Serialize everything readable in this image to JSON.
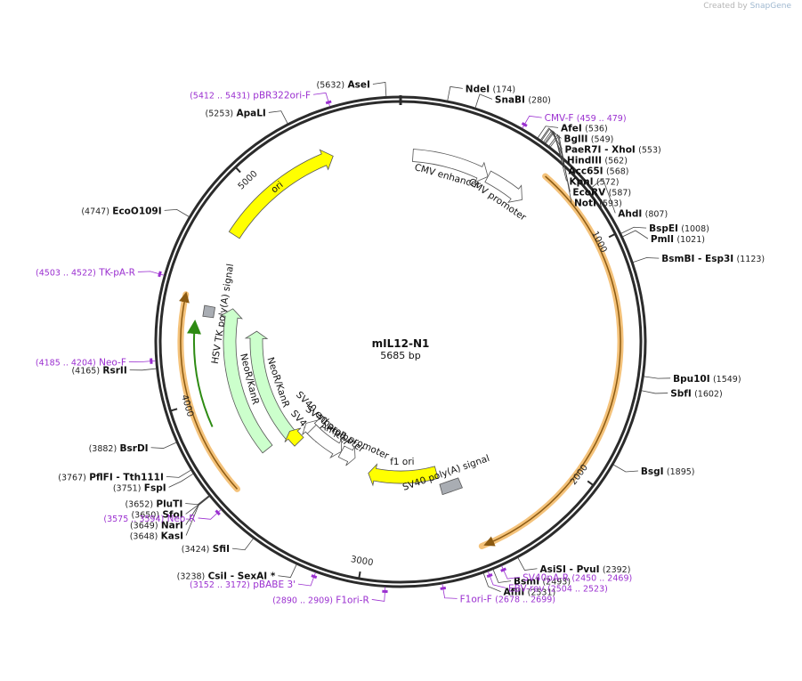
{
  "credit": {
    "prefix": "Created by",
    "brand": "SnapGene"
  },
  "plasmid": {
    "name": "mIL12-N1",
    "size_label": "5685 bp",
    "length": 5685
  },
  "colors": {
    "backbone": "#2b2b2b",
    "primer": "#9b30d0",
    "ori": "#ffff00",
    "neo": "#ccffcc",
    "promoter": "#ffffff",
    "polya": "#a9adb3",
    "orf_highlight": "#f4c27a",
    "orf_arrow": "#8b5a12",
    "neo_orf_arrow": "#2e8b13"
  },
  "ticks": [
    {
      "pos": 1000,
      "label": "1000"
    },
    {
      "pos": 2000,
      "label": "2000"
    },
    {
      "pos": 3000,
      "label": "3000"
    },
    {
      "pos": 4000,
      "label": "4000"
    },
    {
      "pos": 5000,
      "label": "5000"
    }
  ],
  "sites": [
    {
      "name": "AseI",
      "pos": "(5632)",
      "bp": 5632,
      "side": "L"
    },
    {
      "name": "NdeI",
      "pos": "(174)",
      "bp": 174,
      "side": "R"
    },
    {
      "name": "SnaBI",
      "pos": "(280)",
      "bp": 280,
      "side": "R"
    },
    {
      "name": "AfeI",
      "pos": "(536)",
      "bp": 536,
      "side": "R"
    },
    {
      "name": "BglII",
      "pos": "(549)",
      "bp": 549,
      "side": "R"
    },
    {
      "name": "PaeR7I - XhoI",
      "pos": "(553)",
      "bp": 553,
      "side": "R"
    },
    {
      "name": "HindIII",
      "pos": "(562)",
      "bp": 562,
      "side": "R"
    },
    {
      "name": "Acc65I",
      "pos": "(568)",
      "bp": 568,
      "side": "R"
    },
    {
      "name": "KpnI",
      "pos": "(572)",
      "bp": 572,
      "side": "R"
    },
    {
      "name": "EcoRV",
      "pos": "(587)",
      "bp": 587,
      "side": "R"
    },
    {
      "name": "NotI",
      "pos": "(593)",
      "bp": 593,
      "side": "R"
    },
    {
      "name": "AhdI",
      "pos": "(807)",
      "bp": 807,
      "side": "R"
    },
    {
      "name": "BspEI",
      "pos": "(1008)",
      "bp": 1008,
      "side": "R"
    },
    {
      "name": "PmlI",
      "pos": "(1021)",
      "bp": 1021,
      "side": "R"
    },
    {
      "name": "BsmBI - Esp3I",
      "pos": "(1123)",
      "bp": 1123,
      "side": "R"
    },
    {
      "name": "Bpu10I",
      "pos": "(1549)",
      "bp": 1549,
      "side": "R"
    },
    {
      "name": "SbfI",
      "pos": "(1602)",
      "bp": 1602,
      "side": "R"
    },
    {
      "name": "BsgI",
      "pos": "(1895)",
      "bp": 1895,
      "side": "R"
    },
    {
      "name": "AsiSI - PvuI",
      "pos": "(2392)",
      "bp": 2392,
      "side": "R"
    },
    {
      "name": "BsmI",
      "pos": "(2493)",
      "bp": 2493,
      "side": "R"
    },
    {
      "name": "AflII",
      "pos": "(2531)",
      "bp": 2531,
      "side": "R"
    },
    {
      "name": "CsiI - SexAI *",
      "pos": "(3238)",
      "bp": 3238,
      "side": "L"
    },
    {
      "name": "SfiI",
      "pos": "(3424)",
      "bp": 3424,
      "side": "L"
    },
    {
      "name": "KasI",
      "pos": "(3648)",
      "bp": 3648,
      "side": "L"
    },
    {
      "name": "NarI",
      "pos": "(3649)",
      "bp": 3649,
      "side": "L"
    },
    {
      "name": "SfoI",
      "pos": "(3650)",
      "bp": 3650,
      "side": "L"
    },
    {
      "name": "PluTI",
      "pos": "(3652)",
      "bp": 3652,
      "side": "L"
    },
    {
      "name": "FspI",
      "pos": "(3751)",
      "bp": 3751,
      "side": "L"
    },
    {
      "name": "PflFI - Tth111I",
      "pos": "(3767)",
      "bp": 3767,
      "side": "L"
    },
    {
      "name": "BsrDI",
      "pos": "(3882)",
      "bp": 3882,
      "side": "L"
    },
    {
      "name": "RsrII",
      "pos": "(4165)",
      "bp": 4165,
      "side": "L"
    },
    {
      "name": "EcoO109I",
      "pos": "(4747)",
      "bp": 4747,
      "side": "L"
    },
    {
      "name": "ApaLI",
      "pos": "(5253)",
      "bp": 5253,
      "side": "L"
    }
  ],
  "primers": [
    {
      "name": "pBR322ori-F",
      "range": "(5412 .. 5431)",
      "bp": 5421,
      "side": "L"
    },
    {
      "name": "CMV-F",
      "range": "(459 .. 479)",
      "bp": 469,
      "side": "R"
    },
    {
      "name": "TK-pA-R",
      "range": "(4503 .. 4522)",
      "bp": 4512,
      "side": "L"
    },
    {
      "name": "Neo-F",
      "range": "(4185 .. 4204)",
      "bp": 4194,
      "side": "L"
    },
    {
      "name": "Neo-R",
      "range": "(3575 .. 3594)",
      "bp": 3584,
      "side": "L"
    },
    {
      "name": "pBABE 3'",
      "range": "(3152 .. 3172)",
      "bp": 3162,
      "side": "L"
    },
    {
      "name": "F1ori-R",
      "range": "(2890 .. 2909)",
      "bp": 2899,
      "side": "L"
    },
    {
      "name": "F1ori-F",
      "range": "(2678 .. 2699)",
      "bp": 2688,
      "side": "R"
    },
    {
      "name": "SV40pA-R",
      "range": "(2450 .. 2469)",
      "bp": 2459,
      "side": "R"
    },
    {
      "name": "EBV-rev",
      "range": "(2504 .. 2523)",
      "bp": 2513,
      "side": "R"
    }
  ],
  "features": [
    {
      "name": "CMV enhancer",
      "start": 60,
      "end": 440,
      "strand": 1,
      "kind": "promoter"
    },
    {
      "name": "CMV promoter",
      "start": 440,
      "end": 640,
      "strand": 1,
      "kind": "promoter"
    },
    {
      "name": "ori",
      "start": 4780,
      "end": 5370,
      "strand": 1,
      "kind": "ori"
    },
    {
      "name": "HSV TK poly(A) signal",
      "start": 4380,
      "end": 4430,
      "strand": -1,
      "kind": "polya"
    },
    {
      "name": "NeoR/KanR",
      "start": 3650,
      "end": 4440,
      "strand": 1,
      "kind": "neo",
      "ring": 2
    },
    {
      "name": "NeoR/KanR",
      "start": 3620,
      "end": 4330,
      "strand": 1,
      "kind": "neo",
      "ring": 3
    },
    {
      "name": "SV40 ori",
      "start": 3560,
      "end": 3650,
      "strand": 1,
      "kind": "ori"
    },
    {
      "name": "SV40 enhancer",
      "start": 3500,
      "end": 3620,
      "strand": 1,
      "kind": "promoter"
    },
    {
      "name": "SV40 promoter",
      "start": 3290,
      "end": 3560,
      "strand": -1,
      "kind": "promoter"
    },
    {
      "name": "AmpR promoter",
      "start": 3180,
      "end": 3290,
      "strand": -1,
      "kind": "promoter"
    },
    {
      "name": "f1 ori",
      "start": 2600,
      "end": 3060,
      "strand": 1,
      "kind": "ori"
    },
    {
      "name": "SV40 poly(A) signal",
      "start": 2480,
      "end": 2600,
      "strand": 1,
      "kind": "polya"
    }
  ]
}
